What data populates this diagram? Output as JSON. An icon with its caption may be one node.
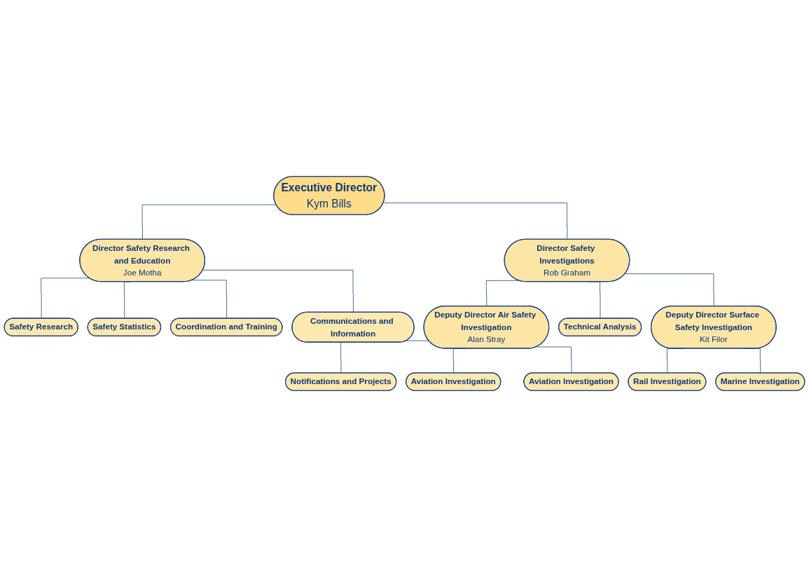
{
  "diagram": {
    "nodes": [
      {
        "text": [
          "Executive Director",
          "Kym Bills"
        ]
      },
      {
        "text": [
          "Director Safety Research and Education",
          "Joe Motha"
        ]
      },
      {
        "text": [
          "Director Safety Investigations",
          "Rob Graham"
        ]
      },
      {
        "text": [
          "Deputy Director Air Safety Investigation",
          "Alan Stray"
        ]
      },
      {
        "text": [
          "Deputy Director Surface Safety Investigation",
          "Kit Filor"
        ]
      },
      {
        "text": [
          "Safety Research"
        ]
      },
      {
        "text": [
          "Safety Statistics"
        ]
      },
      {
        "text": [
          "Coordination and Training"
        ]
      },
      {
        "text": [
          "Communications and Information"
        ]
      },
      {
        "text": [
          "Notifications and Projects"
        ]
      },
      {
        "text": [
          "Aviation Investigation"
        ]
      },
      {
        "text": [
          "Aviation Investigation"
        ]
      },
      {
        "text": [
          "Technical Analysis"
        ]
      },
      {
        "text": [
          "Rail Investigation"
        ]
      },
      {
        "text": [
          "Marine Investigation"
        ]
      }
    ],
    "edges": [
      {
        "from": 0,
        "to": 1,
        "arrow": "none"
      },
      {
        "from": 0,
        "to": 2,
        "arrow": "none"
      },
      {
        "from": 1,
        "to": 5,
        "arrow": "none"
      },
      {
        "from": 1,
        "to": 6,
        "arrow": "none"
      },
      {
        "from": 1,
        "to": 7,
        "arrow": "none"
      },
      {
        "from": 1,
        "to": 8,
        "arrow": "none"
      },
      {
        "from": 2,
        "to": 3,
        "arrow": "none"
      },
      {
        "from": 2,
        "to": 12,
        "arrow": "none"
      },
      {
        "from": 2,
        "to": 4,
        "arrow": "none"
      },
      {
        "from": 3,
        "to": 9,
        "arrow": "none"
      },
      {
        "from": 3,
        "to": 10,
        "arrow": "none"
      },
      {
        "from": 3,
        "to": 11,
        "arrow": "none"
      },
      {
        "from": 4,
        "to": 13,
        "arrow": "none"
      },
      {
        "from": 4,
        "to": 14,
        "arrow": "none"
      }
    ]
  }
}
